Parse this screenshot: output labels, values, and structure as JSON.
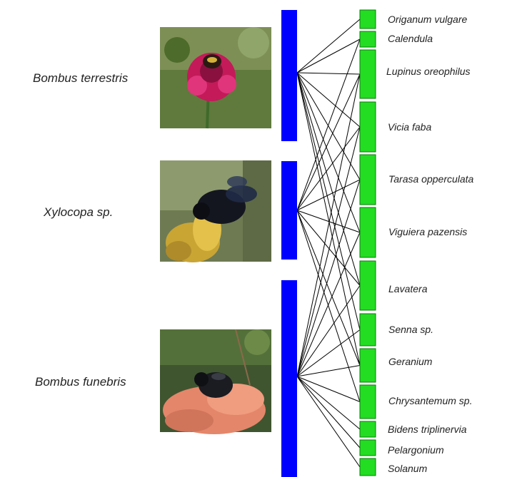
{
  "colors": {
    "pollinator_bar": "#0000ff",
    "plant_box": "#22dd22",
    "link": "#000000"
  },
  "pollinators": [
    {
      "id": "bt",
      "label": "Bombus terrestris",
      "photo_icon": "bee-on-red-flower-photo"
    },
    {
      "id": "xy",
      "label": "Xylocopa sp.",
      "photo_icon": "carpenter-bee-on-yellow-flower-photo"
    },
    {
      "id": "bf",
      "label": "Bombus funebris",
      "photo_icon": "bumblebee-on-orange-flower-photo"
    }
  ],
  "plants": [
    {
      "id": "p1",
      "label": "Origanum vulgare"
    },
    {
      "id": "p2",
      "label": "Calendula"
    },
    {
      "id": "p3",
      "label": "Lupinus oreophilus"
    },
    {
      "id": "p4",
      "label": "Vicia faba"
    },
    {
      "id": "p5",
      "label": "Tarasa opperculata"
    },
    {
      "id": "p6",
      "label": "Viguiera pazensis"
    },
    {
      "id": "p7",
      "label": "Lavatera"
    },
    {
      "id": "p8",
      "label": "Senna sp."
    },
    {
      "id": "p9",
      "label": "Geranium"
    },
    {
      "id": "p10",
      "label": "Chrysantemum sp."
    },
    {
      "id": "p11",
      "label": "Bidens triplinervia"
    },
    {
      "id": "p12",
      "label": "Pelargonium"
    },
    {
      "id": "p13",
      "label": "Solanum"
    }
  ],
  "links": [
    [
      "bt",
      "p1"
    ],
    [
      "bt",
      "p2"
    ],
    [
      "bt",
      "p3"
    ],
    [
      "bt",
      "p4"
    ],
    [
      "bt",
      "p5"
    ],
    [
      "bt",
      "p6"
    ],
    [
      "bt",
      "p7"
    ],
    [
      "bt",
      "p8"
    ],
    [
      "bt",
      "p9"
    ],
    [
      "xy",
      "p2"
    ],
    [
      "xy",
      "p3"
    ],
    [
      "xy",
      "p4"
    ],
    [
      "xy",
      "p5"
    ],
    [
      "xy",
      "p6"
    ],
    [
      "xy",
      "p7"
    ],
    [
      "xy",
      "p9"
    ],
    [
      "xy",
      "p10"
    ],
    [
      "bf",
      "p3"
    ],
    [
      "bf",
      "p4"
    ],
    [
      "bf",
      "p5"
    ],
    [
      "bf",
      "p6"
    ],
    [
      "bf",
      "p7"
    ],
    [
      "bf",
      "p8"
    ],
    [
      "bf",
      "p9"
    ],
    [
      "bf",
      "p10"
    ],
    [
      "bf",
      "p11"
    ],
    [
      "bf",
      "p12"
    ],
    [
      "bf",
      "p13"
    ]
  ]
}
